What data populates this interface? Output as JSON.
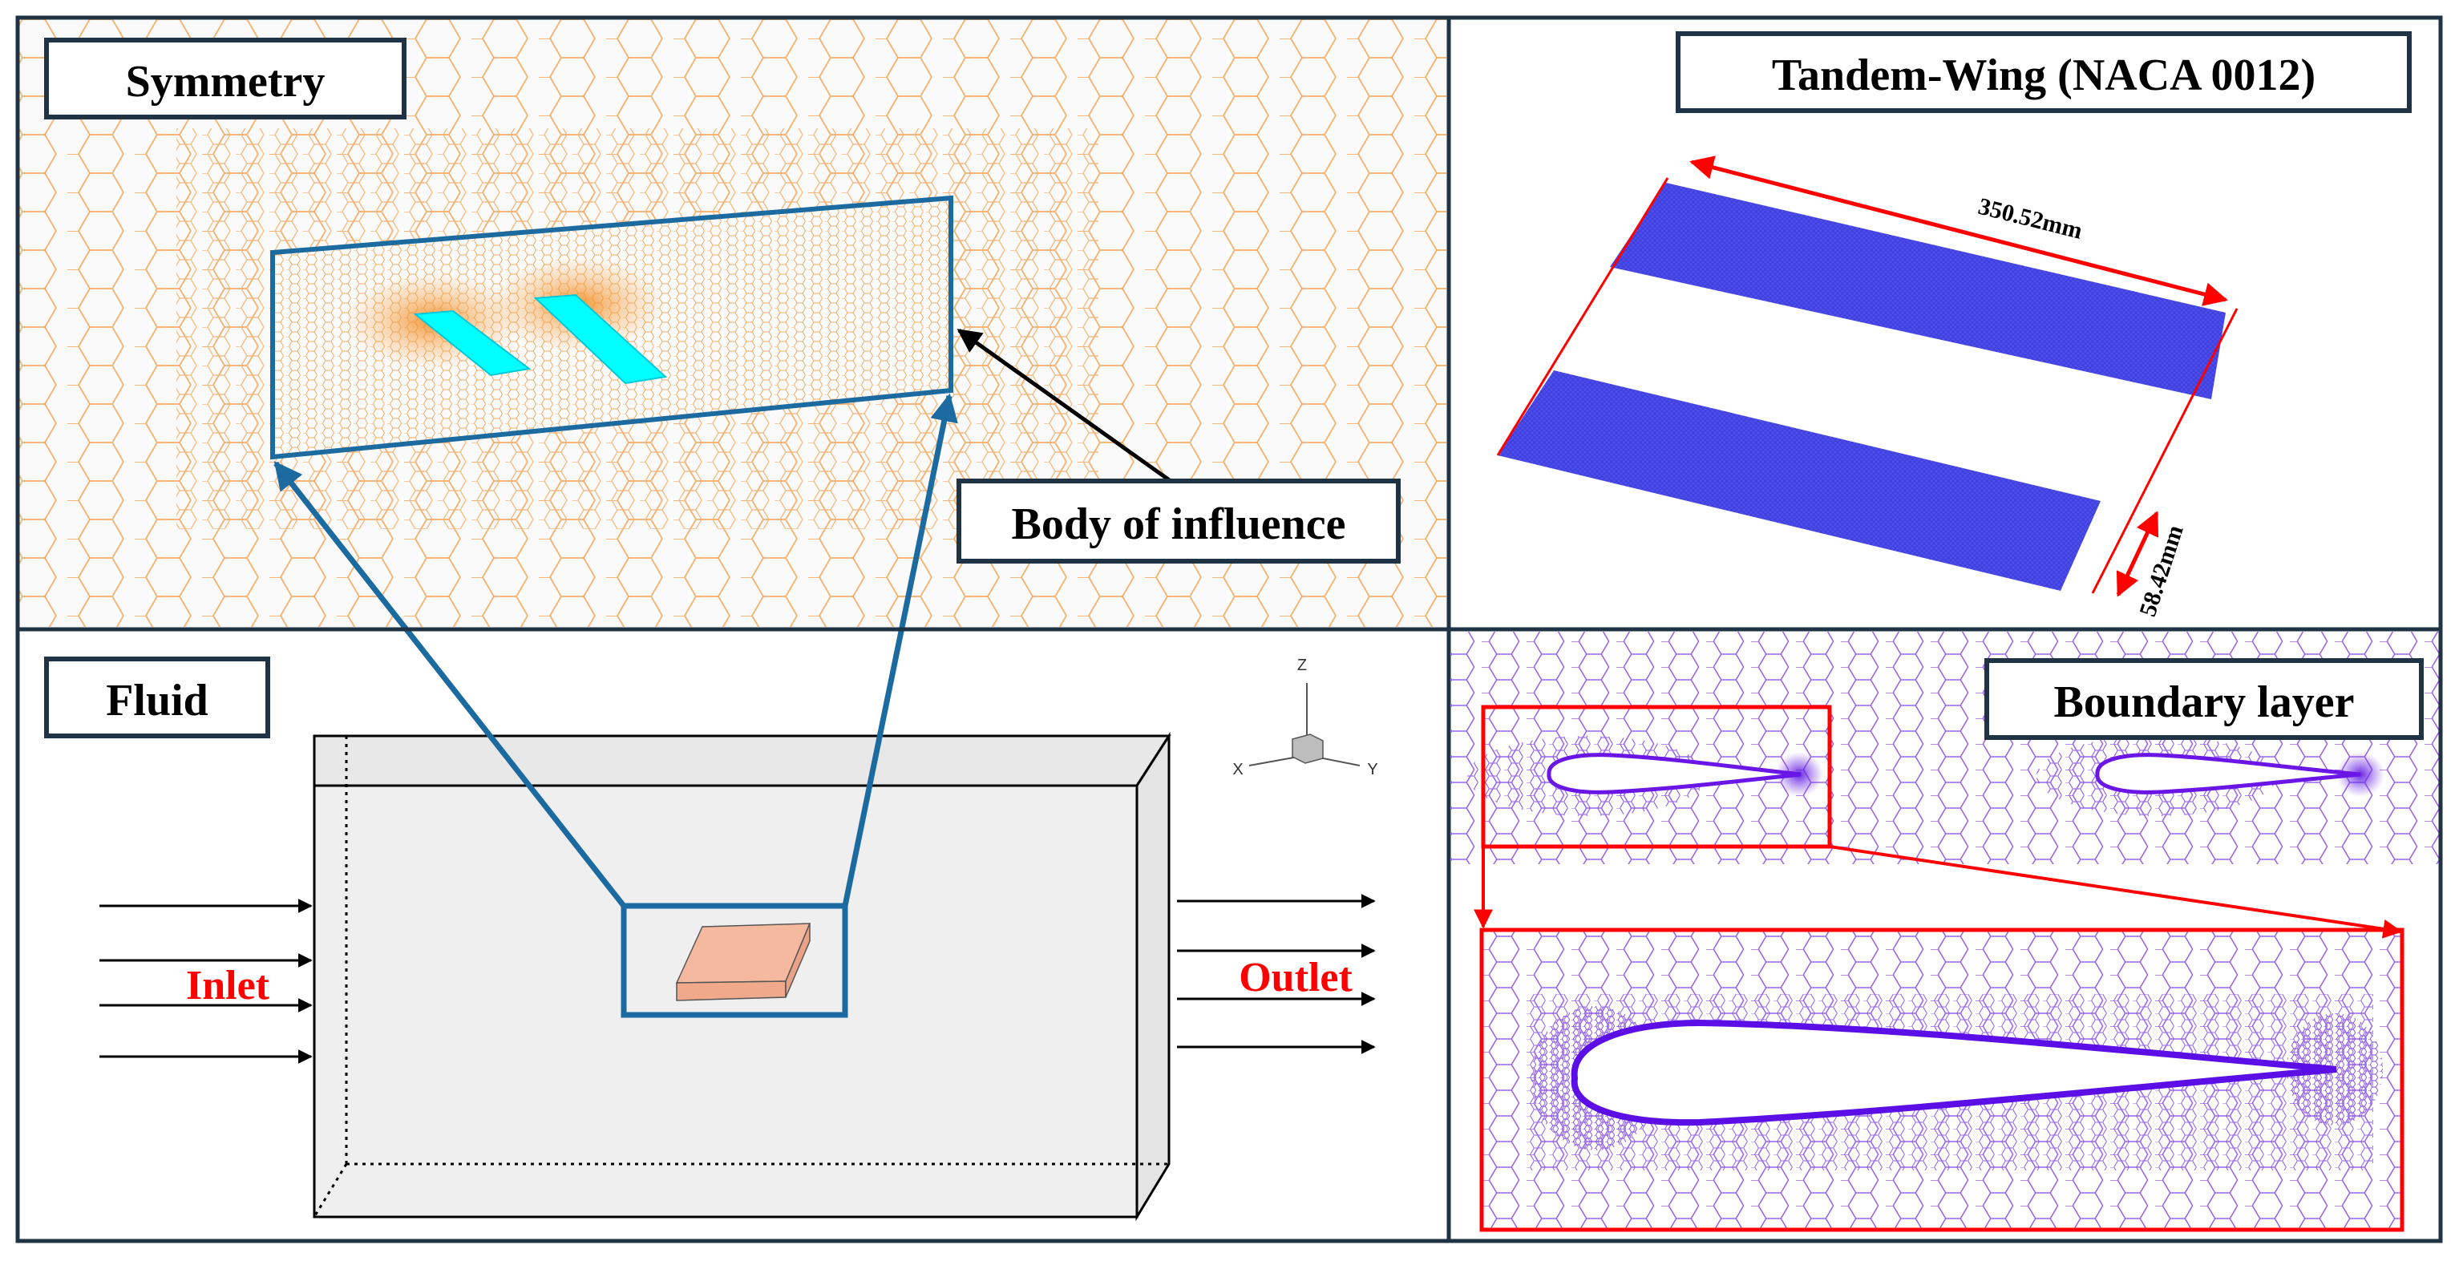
{
  "panels": {
    "symmetry": {
      "label": "Symmetry",
      "callout": "Body of influence"
    },
    "tandem_wing": {
      "label": "Tandem-Wing (NACA 0012)",
      "span_dim": "350.52mm",
      "chord_dim": "58.42mm"
    },
    "fluid": {
      "label": "Fluid",
      "inlet": "Inlet",
      "outlet": "Outlet",
      "triad": {
        "z": "Z",
        "x": "X",
        "y": "Y"
      }
    },
    "boundary_layer": {
      "label": "Boundary layer"
    }
  },
  "colors": {
    "frame": "#1f3344",
    "box_blue": "#1b6aa0",
    "mesh_orange": "#f4b779",
    "wing_cyan": "#00ffff",
    "wing_blue": "#4d4dee",
    "mesh_purple": "#9a66ee",
    "dim_red": "#ff0000",
    "fluid_fill": "#efefef",
    "body_fill": "#f5b9a0"
  }
}
